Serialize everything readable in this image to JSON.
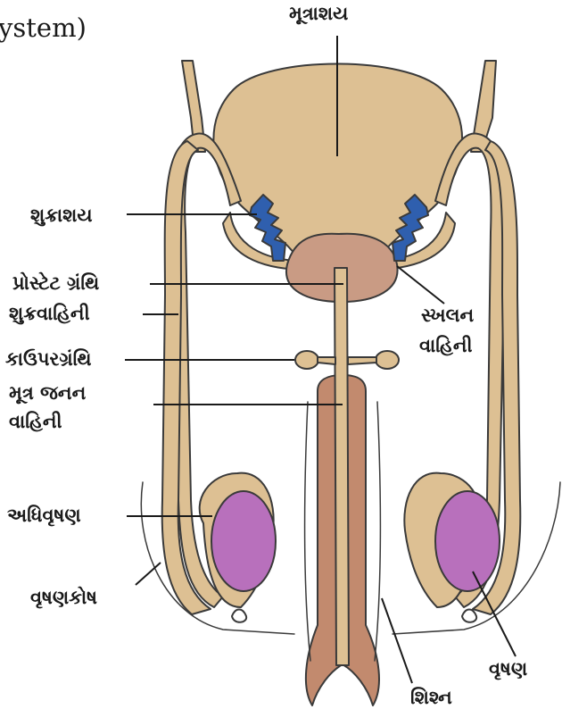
{
  "title": "ystem)",
  "labels": {
    "bladder": "મૂત્રાશય",
    "seminal_vesicle": "શુક્રાશય",
    "prostate": "પ્રોસ્ટેટ ગ્રંથિ",
    "vas_deferens": "શુક્રવાહિની",
    "cowpers_gland": "કાઉપરગ્રંથિ",
    "urethra_line1": "મૂત્ર જનન",
    "urethra_line2": "વાહિની",
    "ejaculatory_line1": "સ્ખલન",
    "ejaculatory_line2": "વાહિની",
    "epididymis": "અધિવૃષણ",
    "scrotum": "વૃષણકોષ",
    "testis": "વૃષણ",
    "penis": "શિશ્ન"
  },
  "colors": {
    "tube": "#ddc093",
    "outline": "#3a3a3a",
    "prostate": "#c99b84",
    "penis": "#c28a6e",
    "vesicle": "#2f5fae",
    "testis": "#b870bc",
    "label_text": "#1a1a1a"
  }
}
